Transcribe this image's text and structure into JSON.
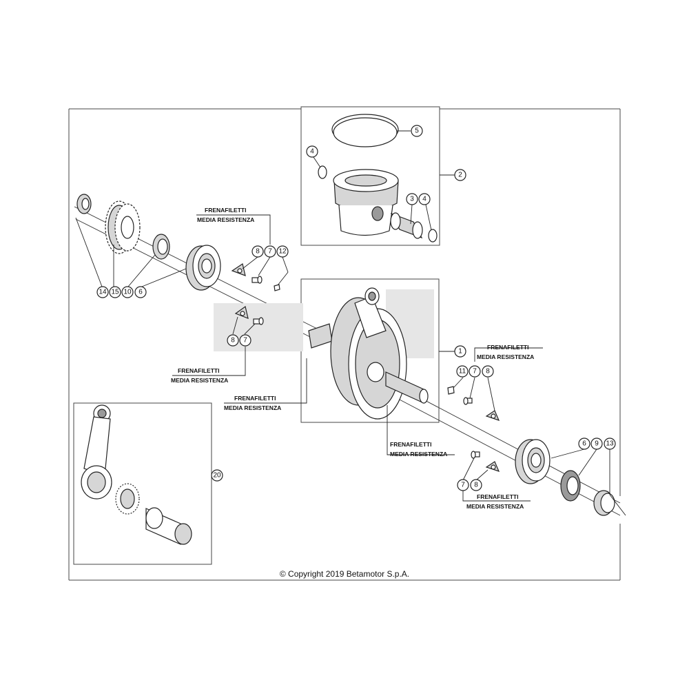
{
  "copyright": "© Copyright 2019 Betamotor S.p.A.",
  "annotations": {
    "frenafiletti": "FRENAFILETTI",
    "media_resistenza": "MEDIA RESISTENZA"
  },
  "callouts": {
    "c1": "1",
    "c2": "2",
    "c3": "3",
    "c4a": "4",
    "c4b": "4",
    "c5": "5",
    "c6a": "6",
    "c6b": "6",
    "c7a": "7",
    "c7b": "7",
    "c7c": "7",
    "c7d": "7",
    "c8a": "8",
    "c8b": "8",
    "c8c": "8",
    "c8d": "8",
    "c9": "9",
    "c10": "10",
    "c11": "11",
    "c12": "12",
    "c13": "13",
    "c14": "14",
    "c15": "15",
    "c20": "20"
  },
  "icons": [
    "piston-ring",
    "piston",
    "piston-pin",
    "circlip",
    "crankshaft",
    "bearing",
    "oil-seal",
    "gear",
    "connecting-rod",
    "needle-bearing",
    "screw",
    "lock-plate"
  ]
}
